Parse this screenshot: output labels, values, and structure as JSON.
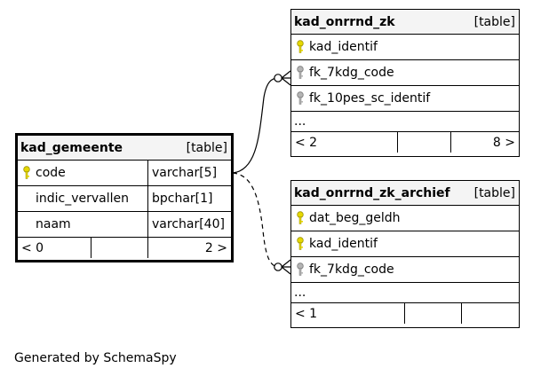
{
  "tables": {
    "main": {
      "name": "kad_gemeente",
      "kind": "[table]",
      "columns": [
        {
          "name": "code",
          "type": "varchar[5]",
          "key": "primary-key-icon"
        },
        {
          "name": "indic_vervallen",
          "type": "bpchar[1]",
          "key": ""
        },
        {
          "name": "naam",
          "type": "varchar[40]",
          "key": ""
        }
      ],
      "footer": {
        "left": "< 0",
        "right": "2 >"
      }
    },
    "onrrnd": {
      "name": "kad_onrrnd_zk",
      "kind": "[table]",
      "columns": [
        {
          "name": "kad_identif",
          "key": "primary-key-icon"
        },
        {
          "name": "fk_7kdg_code",
          "key": "foreign-key-icon"
        },
        {
          "name": "fk_10pes_sc_identif",
          "key": "foreign-key-icon"
        }
      ],
      "more": "...",
      "footer": {
        "left": "< 2",
        "right": "8 >"
      }
    },
    "archief": {
      "name": "kad_onrrnd_zk_archief",
      "kind": "[table]",
      "columns": [
        {
          "name": "dat_beg_geldh",
          "key": "primary-key-icon"
        },
        {
          "name": "kad_identif",
          "key": "primary-key-icon"
        },
        {
          "name": "fk_7kdg_code",
          "key": "foreign-key-icon"
        }
      ],
      "more": "...",
      "footer": {
        "left": "< 1",
        "right": ""
      }
    }
  },
  "key_colors": {
    "primary": "#e6d800",
    "foreign": "#b4b4b4"
  },
  "caption": "Generated by SchemaSpy"
}
